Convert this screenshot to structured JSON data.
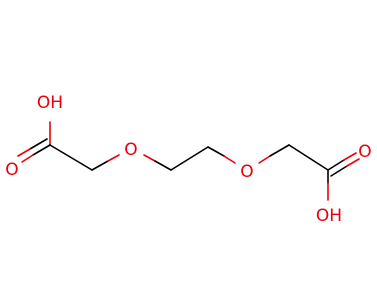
{
  "structure": {
    "colors": {
      "bond": "#000000",
      "oxygen": "#e8000b",
      "background": "#ffffff"
    },
    "atoms": {
      "o_hydroxyl_left": "OH",
      "o_carbonyl_left": "O",
      "o_ether_left": "O",
      "o_ether_right": "O",
      "o_carbonyl_right": "O",
      "o_hydroxyl_right": "OH"
    }
  }
}
